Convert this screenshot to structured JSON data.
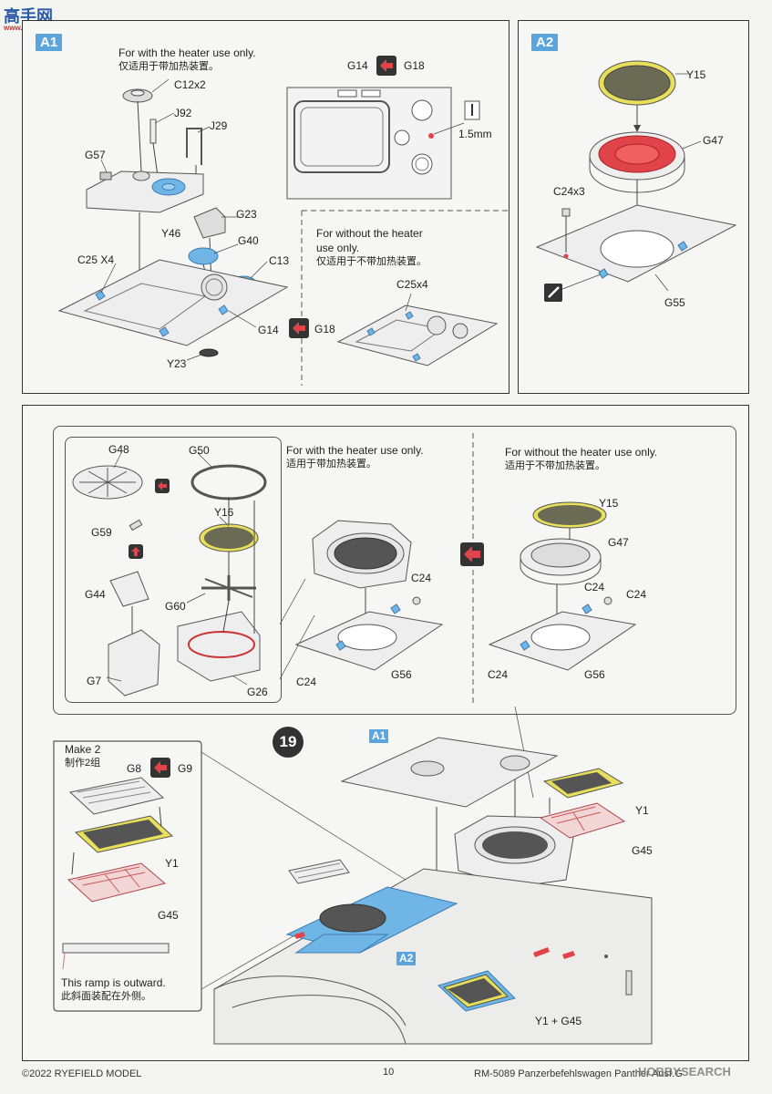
{
  "watermark_top": {
    "logo_text": "高手网",
    "url": "www.gaoshou.net"
  },
  "panel_a1": {
    "tag": "A1",
    "heater_note_en": "For with the heater use only.",
    "heater_note_cn": "仅适用于带加热装置。",
    "no_heater_note_en_1": "For without the heater",
    "no_heater_note_en_2": "use only.",
    "no_heater_note_cn": "仅适用于不带加热装置。",
    "drill_size": "1.5mm",
    "labels": {
      "c12x2": "C12x2",
      "j92": "J92",
      "j29": "J29",
      "g57": "G57",
      "g23": "G23",
      "y46": "Y46",
      "g40": "G40",
      "c25x4": "C25 X4",
      "c13": "C13",
      "g14": "G14",
      "y23": "Y23",
      "g14_top": "G14",
      "g18_top": "G18",
      "g18_mid": "G18",
      "c25x4_b": "C25x4"
    }
  },
  "panel_a2": {
    "tag": "A2",
    "labels": {
      "y15": "Y15",
      "g47": "G47",
      "c24x3": "C24x3",
      "g55": "G55"
    }
  },
  "step19": {
    "number": "19",
    "heater_note_en": "For with the heater use only.",
    "heater_note_cn": "适用于带加热装置。",
    "no_heater_note_en": "For without the heater use only.",
    "no_heater_note_cn": "适用于不带加热装置。",
    "make2_en": "Make 2",
    "make2_cn": "制作2组",
    "ramp_note_en": "This ramp is outward.",
    "ramp_note_cn": "此斜面装配在外侧。",
    "labels": {
      "g48": "G48",
      "g50": "G50",
      "y16": "Y16",
      "g59": "G59",
      "g44": "G44",
      "g60": "G60",
      "g7": "G7",
      "g26": "G26",
      "c24_a": "C24",
      "c24_b": "C24",
      "g56_a": "G56",
      "y15": "Y15",
      "g47": "G47",
      "c24_c": "C24",
      "c24_d": "C24",
      "c24_e": "C24",
      "g56_b": "G56",
      "g8": "G8",
      "g9": "G9",
      "y1_a": "Y1",
      "g45_a": "G45",
      "y1_b": "Y1",
      "g45_b": "G45",
      "y1_g45": "Y1 + G45",
      "a1": "A1",
      "a2": "A2"
    }
  },
  "footer": {
    "copyright": "©2022 RYEFIELD MODEL",
    "page": "10",
    "product": "RM-5089 Panzerbefehlswagen Panther Ausf.G",
    "watermark": "HOBBYSEARCH"
  },
  "colors": {
    "tag_blue": "#5aa5dd",
    "part_blue": "#6fb6e6",
    "part_red": "#e0444a",
    "mesh_yellow": "#e8df5a",
    "mesh_dark": "#555"
  }
}
